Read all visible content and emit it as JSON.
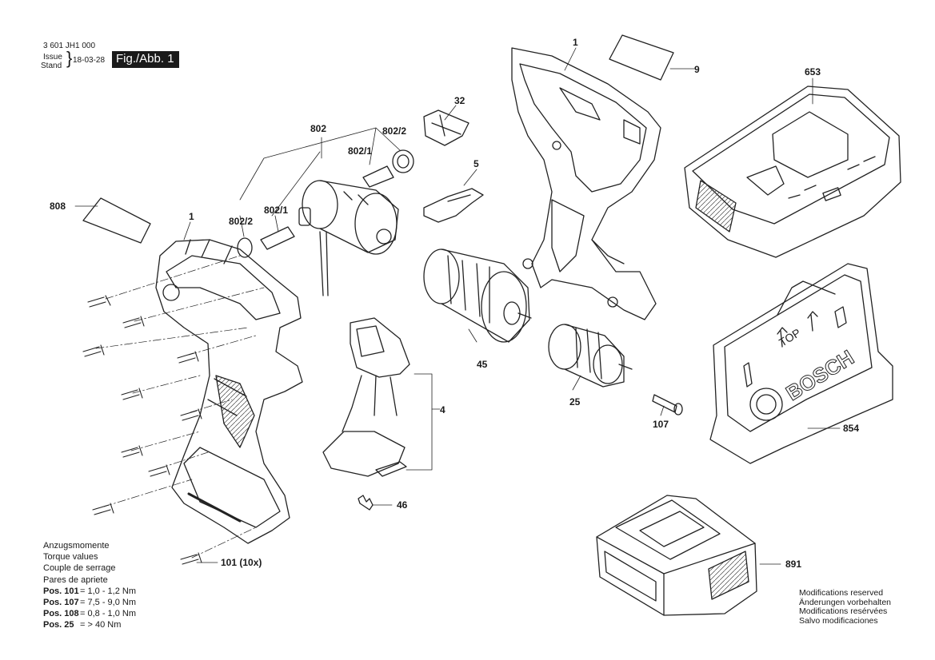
{
  "header": {
    "doc_number": "3 601 JH1 000",
    "issue_label": "Issue",
    "stand_label": "Stand",
    "date": "18-03-28",
    "figure_label": "Fig./Abb. 1"
  },
  "callouts": {
    "c1_left": "1",
    "c1_right": "1",
    "c9": "9",
    "c653": "653",
    "c32": "32",
    "c802": "802",
    "c802_2_top": "802/2",
    "c802_1_top": "802/1",
    "c802_2_bottom": "802/2",
    "c802_1_bottom": "802/1",
    "c5": "5",
    "c808": "808",
    "c45": "45",
    "c4": "4",
    "c25": "25",
    "c107": "107",
    "c854": "854",
    "c46": "46",
    "c101": "101 (10x)",
    "c891": "891"
  },
  "torque": {
    "title": "Anzugsmomente",
    "lines": [
      "Torque values",
      "Couple de serrage",
      "Pares de apriete"
    ],
    "rows": [
      {
        "pos": "Pos. 101",
        "value": "= 1,0 - 1,2 Nm"
      },
      {
        "pos": "Pos. 107",
        "value": "= 7,5 - 9,0 Nm"
      },
      {
        "pos": "Pos. 108",
        "value": "= 0,8 - 1,0 Nm"
      },
      {
        "pos": "Pos. 25",
        "value": "= > 40 Nm"
      }
    ]
  },
  "disclaimer": [
    "Modifications reserved",
    "Änderungen vorbehalten",
    "Modifications resérvées",
    "Salvo modificaciones"
  ],
  "embossed": {
    "brand": "BOSCH",
    "top_marking": "TOP"
  }
}
